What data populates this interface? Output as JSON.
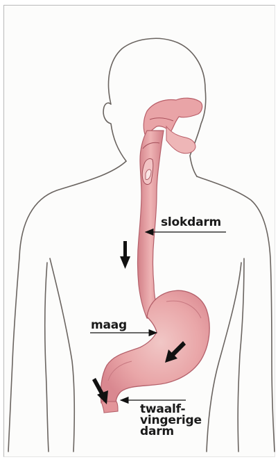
{
  "labels": {
    "esophagus": "slokdarm",
    "stomach": "maag",
    "duodenum_line1": "twaalf-",
    "duodenum_line2": "vingerige",
    "duodenum_line3": "darm"
  },
  "colors": {
    "organ_fill": "#e7a3a6",
    "organ_dark": "#c8646c",
    "body_outline": "#6a6460",
    "arrow": "#111111",
    "frame": "#b9b9b9"
  }
}
